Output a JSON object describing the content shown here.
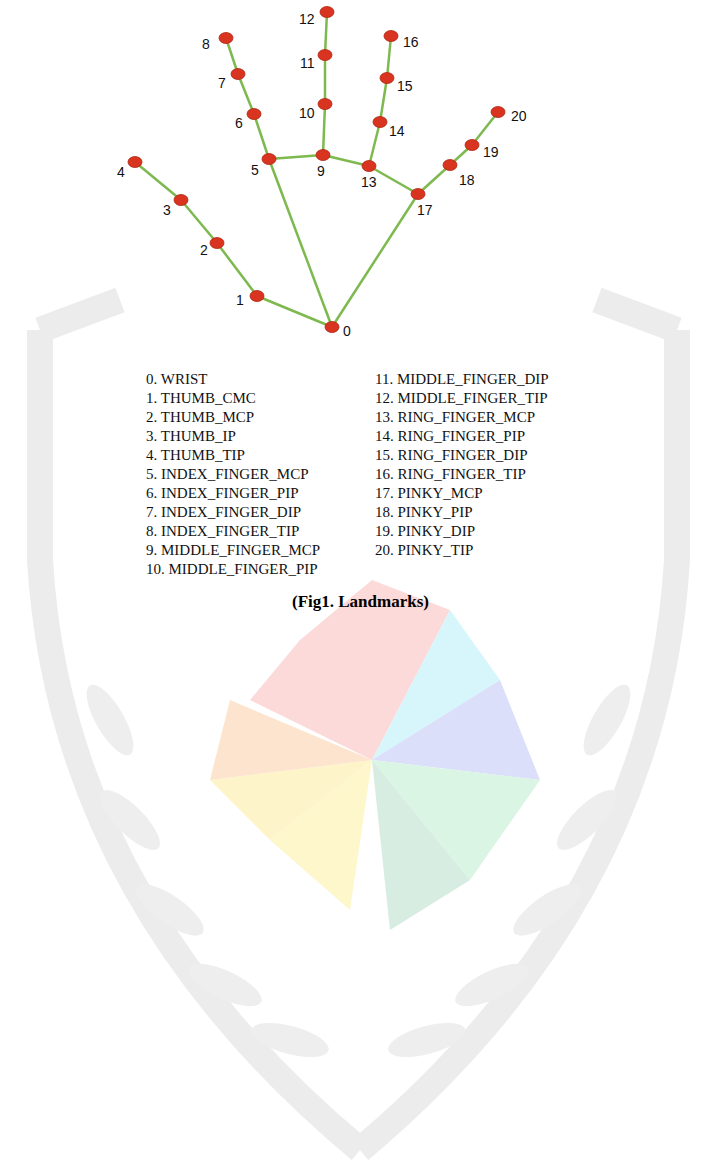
{
  "diagram": {
    "caption": "(Fig1. Landmarks)",
    "labels": [
      "0",
      "1",
      "2",
      "3",
      "4",
      "5",
      "6",
      "7",
      "8",
      "9",
      "10",
      "11",
      "12",
      "13",
      "14",
      "15",
      "16",
      "17",
      "18",
      "19",
      "20",
      "0. WRIST",
      "1. THUMB_CMC",
      "2. THUMB_MCP",
      "3. THUMB_IP",
      "4. THUMB_TIP",
      "5. INDEX_FINGER_MCP",
      "6. INDEX_FINGER_PIP",
      "7. INDEX_FINGER_DIP",
      "8. INDEX_FINGER_TIP",
      "9. MIDDLE_FINGER_MCP",
      "10. MIDDLE_FINGER_PIP",
      "11. MIDDLE_FINGER_DIP",
      "12. MIDDLE_FINGER_TIP",
      "13. RING_FINGER_MCP",
      "14. RING_FINGER_PIP",
      "15. RING_FINGER_DIP",
      "16. RING_FINGER_TIP",
      "17. PINKY_MCP",
      "18. PINKY_PIP",
      "19. PINKY_DIP",
      "20. PINKY_TIP"
    ]
  }
}
